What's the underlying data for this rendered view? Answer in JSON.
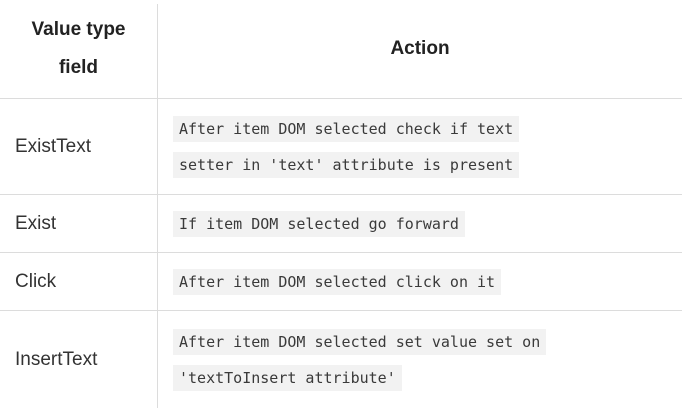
{
  "table": {
    "headers": {
      "field_line1": "Value type",
      "field_line2": "field",
      "action": "Action"
    },
    "rows": [
      {
        "field": "ExistText",
        "action_lines": [
          "After item DOM selected check if text",
          "setter in 'text' attribute is present"
        ]
      },
      {
        "field": "Exist",
        "action_lines": [
          "If item DOM selected go forward"
        ]
      },
      {
        "field": "Click",
        "action_lines": [
          "After item DOM selected click on it"
        ]
      },
      {
        "field": "InsertText",
        "action_lines": [
          "After item DOM selected set value set on",
          "'textToInsert attribute'"
        ]
      }
    ]
  },
  "colors": {
    "border": "#dcdcdc",
    "code_background": "#f2f2f2",
    "text": "#333333"
  }
}
